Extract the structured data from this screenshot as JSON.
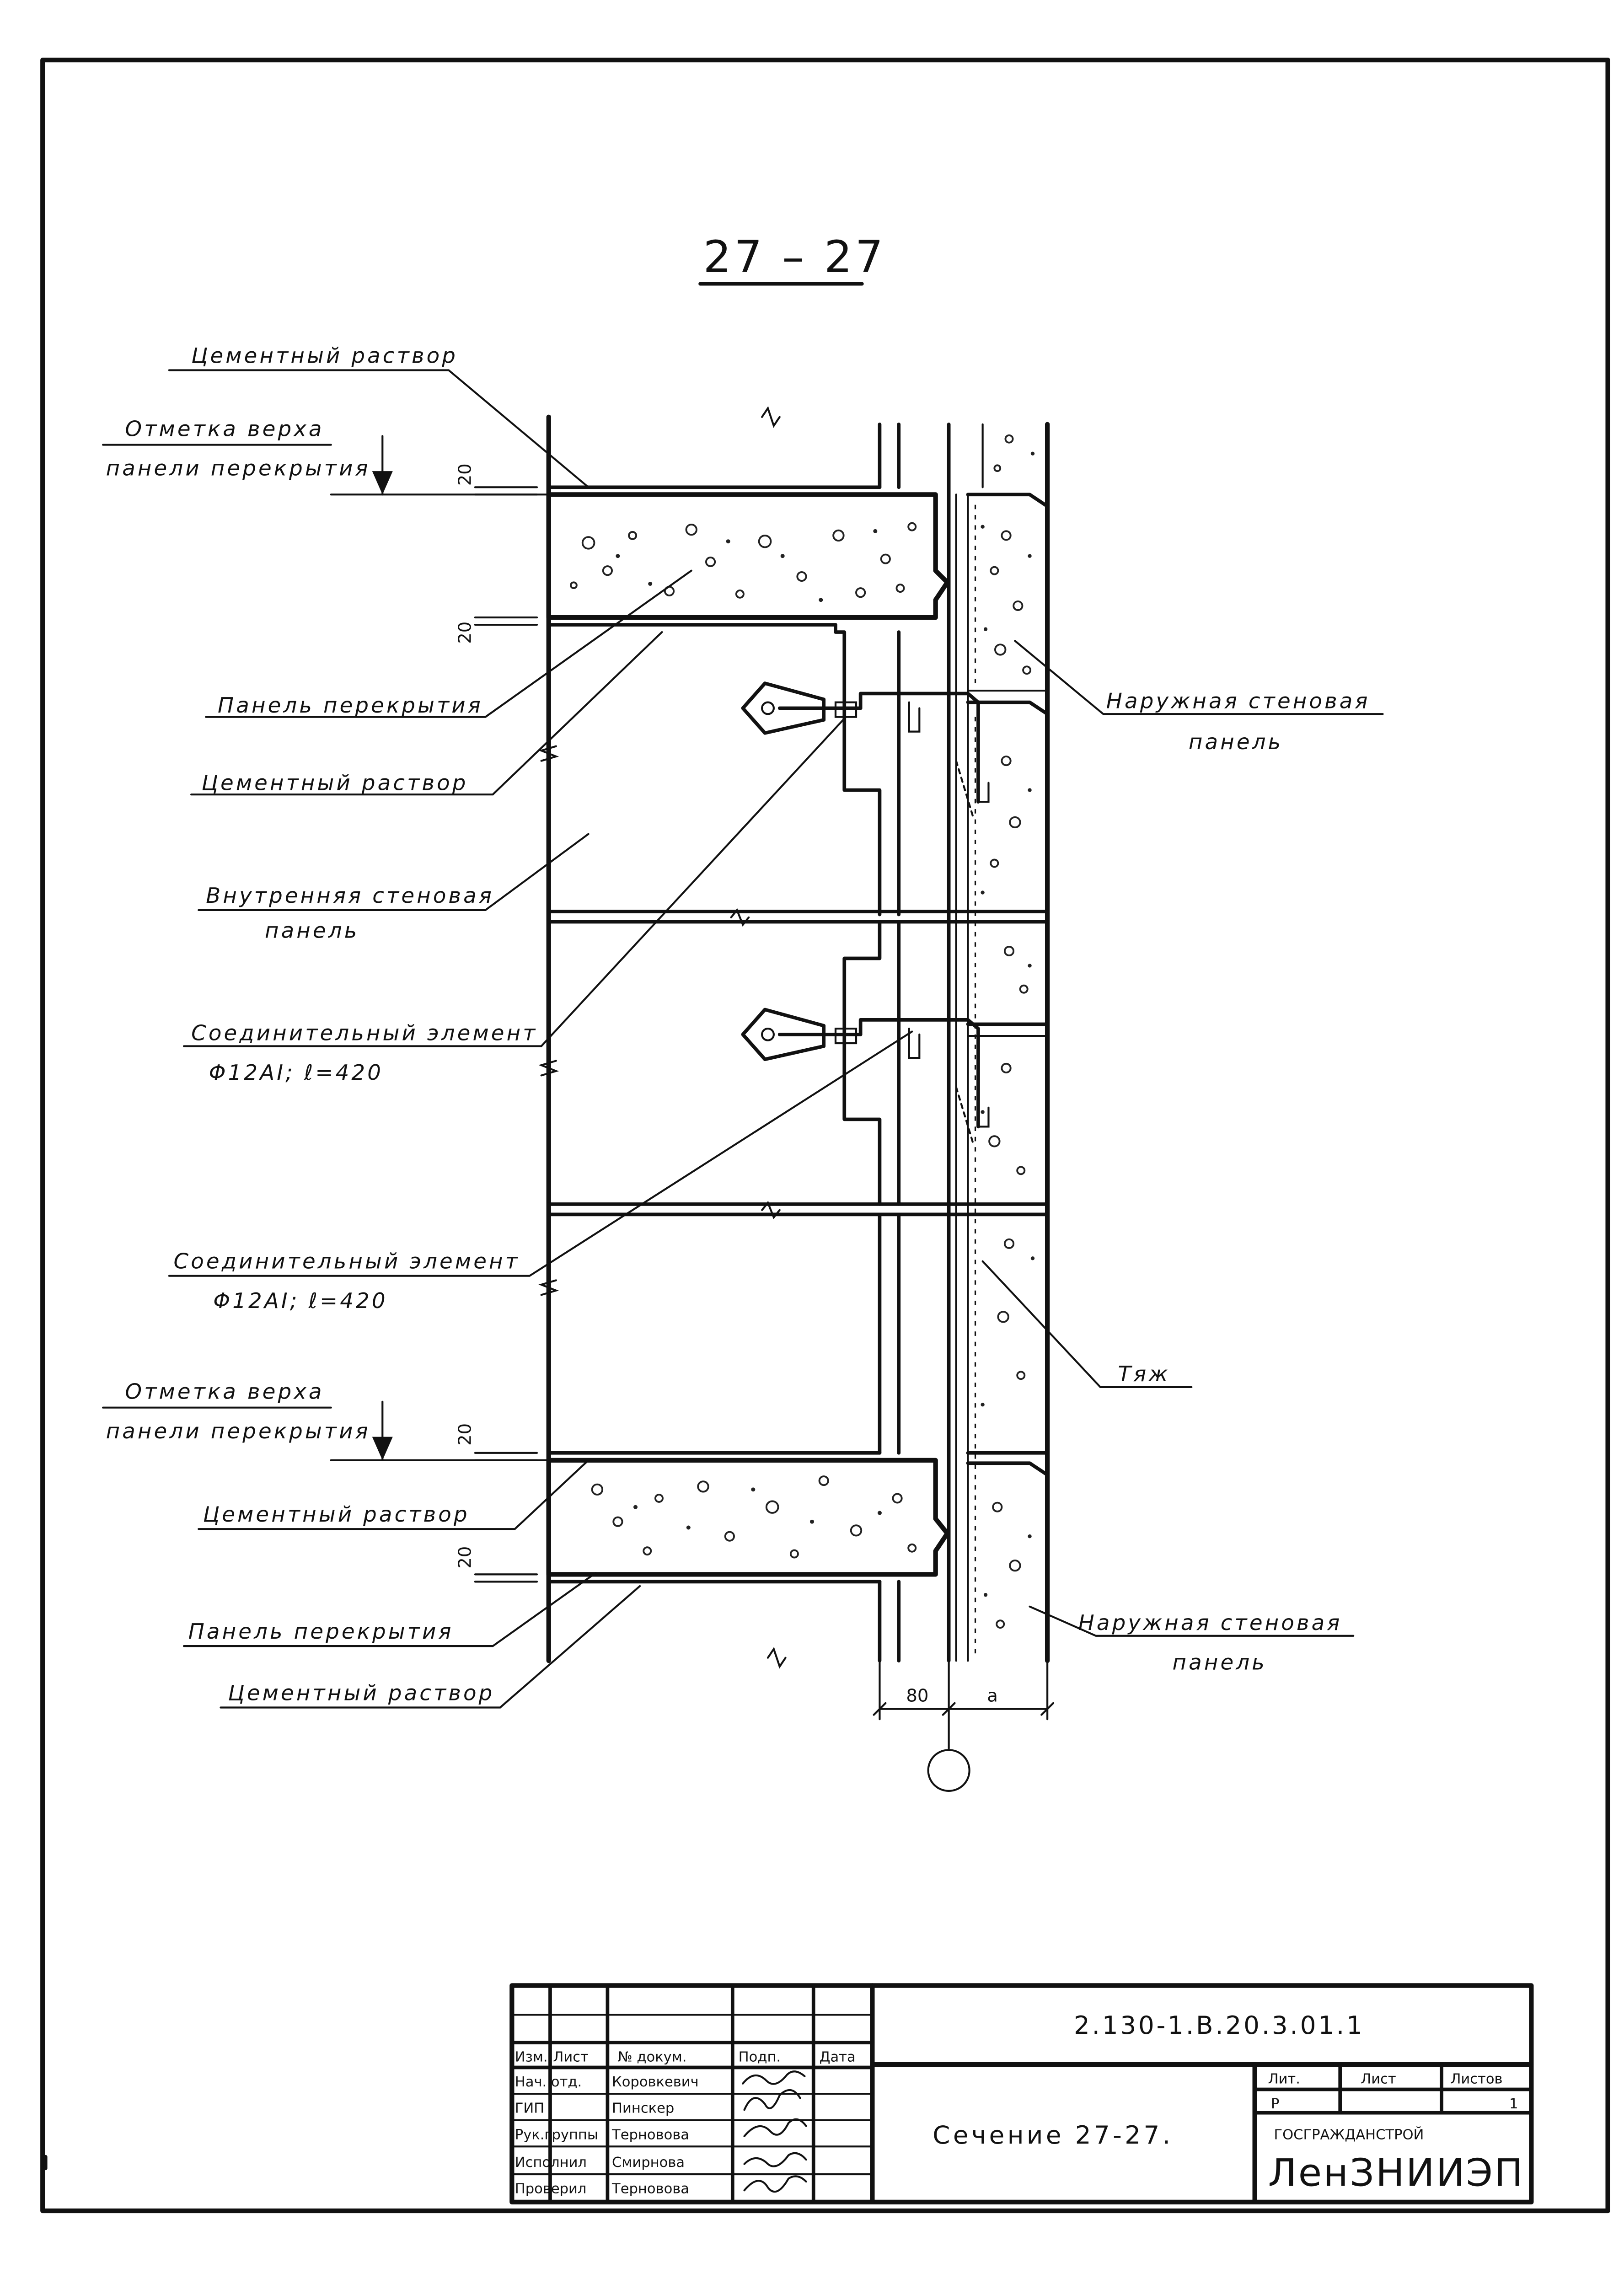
{
  "drawing": {
    "section_title": "27 – 27",
    "labels": {
      "cement_mortar_1": "Цементный раствор",
      "top_mark_1_line1": "Отметка верха",
      "top_mark_1_line2": "панели перекрытия",
      "floor_panel_1": "Панель перекрытия",
      "cement_mortar_2": "Цементный раствор",
      "inner_panel_line1": "Внутренняя стеновая",
      "inner_panel_line2": "панель",
      "connector_1_line1": "Соединительный элемент",
      "connector_1_line2": "Φ12AI; ℓ=420",
      "connector_2_line1": "Соединительный элемент",
      "connector_2_line2": "Φ12AI; ℓ=420",
      "top_mark_2_line1": "Отметка верха",
      "top_mark_2_line2": "панели перекрытия",
      "cement_mortar_3": "Цементный раствор",
      "floor_panel_2": "Панель перекрытия",
      "cement_mortar_4": "Цементный раствор",
      "outer_panel_1_line1": "Наружная стеновая",
      "outer_panel_1_line2": "панель",
      "tie_label": "Тяж",
      "outer_panel_2_line1": "Наружная стеновая",
      "outer_panel_2_line2": "панель"
    },
    "dimensions": {
      "mortar_thickness": "20",
      "gap_width": "80",
      "panel_width": "a"
    }
  },
  "title_block": {
    "document_code": "2.130-1.В.20.3.01.1",
    "sheet_title": "Сечение 27-27.",
    "headers": {
      "change": "Изм.",
      "sheet": "Лист",
      "doc_no": "№ докум.",
      "signature": "Подп.",
      "date": "Дата"
    },
    "people": [
      {
        "role": "Нач. отд.",
        "name": "Коровкевич"
      },
      {
        "role": "ГИП",
        "name": "Пинскер"
      },
      {
        "role": "Рук.группы",
        "name": "Терновова"
      },
      {
        "role": "Исполнил",
        "name": "Смирнова"
      },
      {
        "role": "Проверил",
        "name": "Терновова"
      }
    ],
    "stage": {
      "label_lit": "Лит.",
      "label_sheet": "Лист",
      "label_sheets": "Листов",
      "lit": "Р",
      "sheets": "1"
    },
    "organization": {
      "ministry": "ГОСГРАЖДАНСТРОЙ",
      "institute": "ЛенЗНИИЭП"
    }
  }
}
